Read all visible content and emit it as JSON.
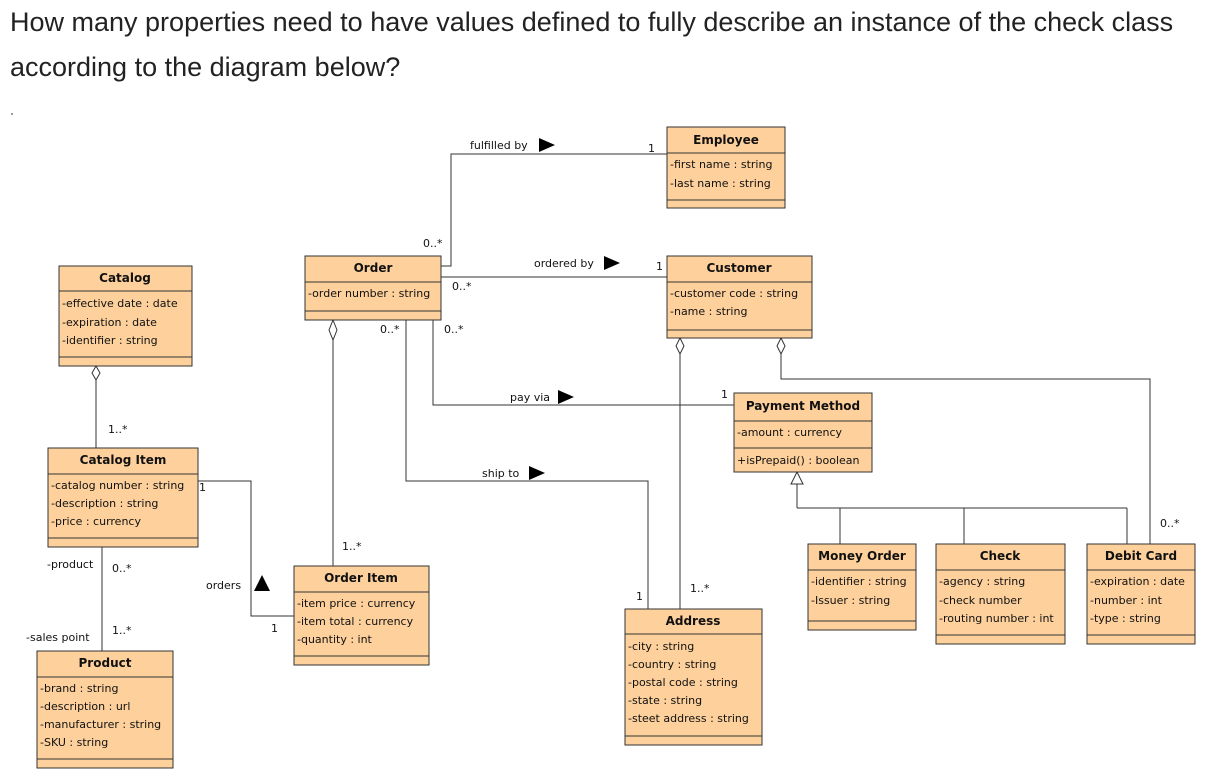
{
  "question": "How many properties need to have values defined to fully describe an instance of the check class according to the diagram below?",
  "classes": {
    "employee": {
      "name": "Employee",
      "attributes": [
        "-first name : string",
        "-last name : string"
      ]
    },
    "order": {
      "name": "Order",
      "attributes": [
        "-order number : string"
      ]
    },
    "customer": {
      "name": "Customer",
      "attributes": [
        "-customer code : string",
        "-name : string"
      ]
    },
    "catalog": {
      "name": "Catalog",
      "attributes": [
        "-effective date : date",
        "-expiration : date",
        "-identifier : string"
      ]
    },
    "catalog_item": {
      "name": "Catalog Item",
      "attributes": [
        "-catalog number : string",
        "-description : string",
        "-price : currency"
      ]
    },
    "payment_method": {
      "name": "Payment Method",
      "attributes": [
        "-amount : currency"
      ],
      "operations": [
        "+isPrepaid() : boolean"
      ]
    },
    "money_order": {
      "name": "Money Order",
      "attributes": [
        "-identifier : string",
        "-Issuer : string"
      ]
    },
    "check": {
      "name": "Check",
      "attributes": [
        "-agency : string",
        "-check number",
        "-routing number : int"
      ]
    },
    "debit_card": {
      "name": "Debit Card",
      "attributes": [
        "-expiration : date",
        "-number : int",
        "-type : string"
      ]
    },
    "order_item": {
      "name": "Order Item",
      "attributes": [
        "-item price : currency",
        "-item total : currency",
        "-quantity : int"
      ]
    },
    "address": {
      "name": "Address",
      "attributes": [
        "-city : string",
        "-country : string",
        "-postal code : string",
        "-state : string",
        "-steet address : string"
      ]
    },
    "product": {
      "name": "Product",
      "attributes": [
        "-brand : string",
        "-description : url",
        "-manufacturer : string",
        "-SKU : string"
      ]
    }
  },
  "associations": {
    "fulfilled_by": "fulfilled by",
    "ordered_by": "ordered by",
    "pay_via": "pay via",
    "ship_to": "ship to",
    "orders": "orders"
  },
  "roles": {
    "product": "-product",
    "sales_point": "-sales point"
  },
  "multiplicities": {
    "fulfilled_emp": "1",
    "fulfilled_order": "0..*",
    "ordered_cust": "1",
    "ordered_order": "0..*",
    "order_orderitem": "0..*",
    "order_pay": "0..*",
    "pay_pm": "1",
    "orderitem_order": "1..*",
    "catalog_catitem": "1..*",
    "catitem_orders": "1",
    "orderitem_orders": "1",
    "catitem_product": "0..*",
    "product_catitem": "1..*",
    "address_ship": "1",
    "address_cust": "1..*",
    "debit_cust": "0..*"
  }
}
